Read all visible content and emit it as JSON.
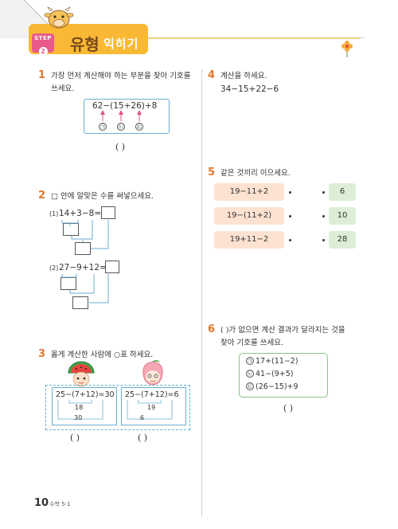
{
  "header": {
    "step_label": "STEP",
    "step_number": "2",
    "title_main": "유형",
    "title_sub": "익히기"
  },
  "q1": {
    "number": "1",
    "text_line1": "가장 먼저 계산해야 하는 부분을 찾아 기호를",
    "text_line2": "쓰세요.",
    "expression": "62−(15+26)+8",
    "markers": [
      "㉠",
      "㉡",
      "㉢"
    ],
    "answer": "(                    )"
  },
  "q2": {
    "number": "2",
    "text": "□ 안에 알맞은 수를 써넣으세요.",
    "part1_label": "(1)",
    "part1_expr": "14+3−8=",
    "part2_label": "(2)",
    "part2_expr": "27−9+12="
  },
  "q3": {
    "number": "3",
    "text": "옳게 계산한 사람에 ○표 하세요.",
    "left_expr": "25−(7+12)=30",
    "left_inner": "18",
    "left_outer": "30",
    "right_expr": "25−(7+12)=6",
    "right_inner": "19",
    "right_outer": "6",
    "left_answer": "(        )",
    "right_answer": "(        )"
  },
  "q4": {
    "number": "4",
    "text": "계산을 하세요.",
    "expression": "34−15+22−6"
  },
  "q5": {
    "number": "5",
    "text": "같은 것끼리 이으세요.",
    "left": [
      "19−11+2",
      "19−(11+2)",
      "19+11−2"
    ],
    "right": [
      "6",
      "10",
      "28"
    ]
  },
  "q6": {
    "number": "6",
    "text_line1": "(      )가 없으면 계산 결과가 달라지는 것을",
    "text_line2": "찾아 기호를 쓰세요.",
    "options": [
      {
        "mark": "㉠",
        "expr": "17+(11−2)"
      },
      {
        "mark": "㉡",
        "expr": "41−(9+5)"
      },
      {
        "mark": "㉢",
        "expr": "(26−15)+9"
      }
    ],
    "answer": "(                    )"
  },
  "footer": {
    "page_number": "10",
    "label": "수학 5-1"
  }
}
